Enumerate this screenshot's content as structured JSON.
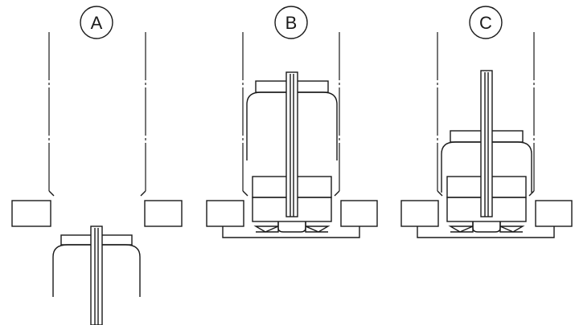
{
  "panels": [
    {
      "label": "A"
    },
    {
      "label": "B"
    },
    {
      "label": "C"
    }
  ],
  "colors": {
    "stroke": "#1a1a1a",
    "background": "#ffffff"
  }
}
